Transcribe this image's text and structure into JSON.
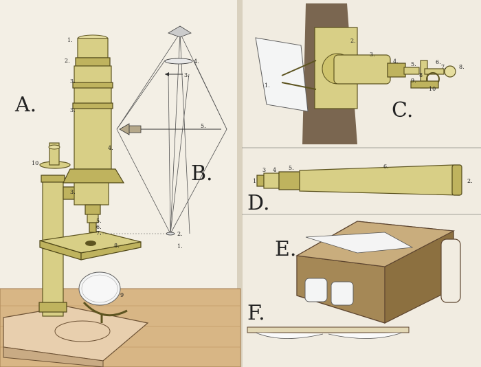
{
  "figures": {
    "A": {
      "letter": "A.",
      "parts": [
        "1.",
        "2.",
        "3.",
        "3.",
        "4.",
        "3.",
        "5.",
        "6.",
        "7.",
        "8.",
        "9",
        "10"
      ]
    },
    "B": {
      "letter": "B.",
      "parts": [
        "1.",
        "2.",
        "3.",
        "4.",
        "5."
      ]
    },
    "C": {
      "letter": "C.",
      "parts": [
        "1.",
        "2.",
        "3.",
        "4.",
        "5.",
        "6.",
        "7.",
        "8.",
        "9.",
        "10",
        "8"
      ]
    },
    "D": {
      "letter": "D.",
      "parts": [
        "1",
        "3",
        "4",
        "5.",
        "6.",
        "2."
      ]
    },
    "E": {
      "letter": "E."
    },
    "F": {
      "letter": "F."
    }
  },
  "colors": {
    "brass": "#d8cf86",
    "table": "#d8b685",
    "wall": "#7a6650",
    "wood": "#b99b6a"
  }
}
